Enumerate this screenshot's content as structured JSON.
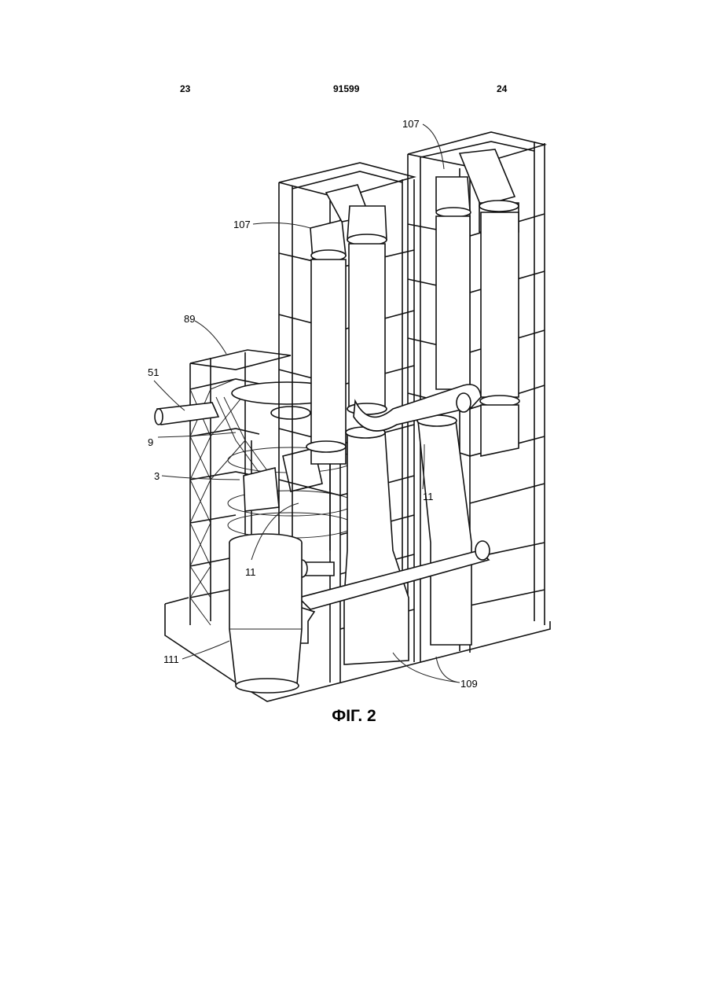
{
  "header": {
    "left": "23",
    "center": "91599",
    "right": "24"
  },
  "caption": "ФІГ. 2",
  "labels": {
    "l107a": "107",
    "l107b": "107",
    "l89": "89",
    "l51": "51",
    "l9": "9",
    "l3": "3",
    "l11a": "11",
    "l11b": "11",
    "l111": "111",
    "l109": "109"
  }
}
